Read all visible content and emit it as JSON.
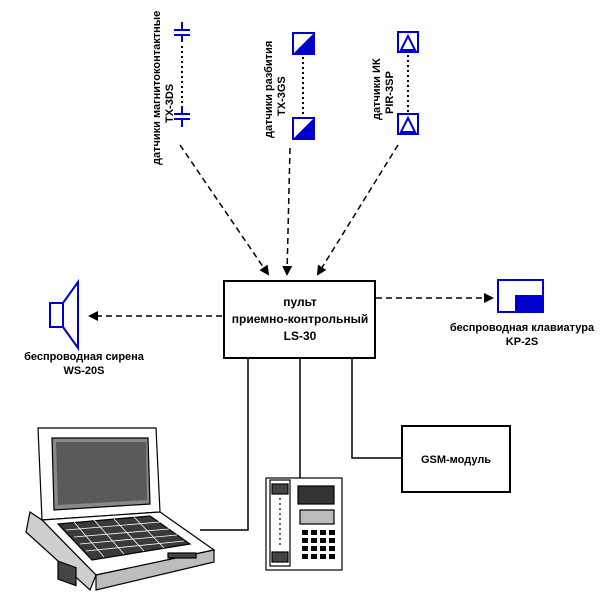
{
  "panel": {
    "line1": "пульт",
    "line2": "приемно-контрольный",
    "line3": "LS-30"
  },
  "sensors": {
    "magnetic": {
      "line1": "датчики магнитоконтактные",
      "line2": "TX-3DS"
    },
    "glass_break": {
      "line1": "датчики разбития",
      "line2": "TX-3GS"
    },
    "ir": {
      "line1": "датчики ИК",
      "line2": "PIR-3SP"
    }
  },
  "siren": {
    "line1": "беспроводная сирена",
    "line2": "WS-20S"
  },
  "keypad": {
    "line1": "беспроводная клавиатура",
    "line2": "KP-2S"
  },
  "gsm": {
    "label": "GSM-модуль"
  },
  "colors": {
    "device_blue": "#0000cc",
    "line": "#000000",
    "background": "#ffffff"
  },
  "icons": [
    "reed-switch-icon",
    "glass-break-sensor-icon",
    "pir-sensor-icon",
    "speaker-icon",
    "keypad-icon",
    "laptop-icon",
    "telephone-icon"
  ]
}
